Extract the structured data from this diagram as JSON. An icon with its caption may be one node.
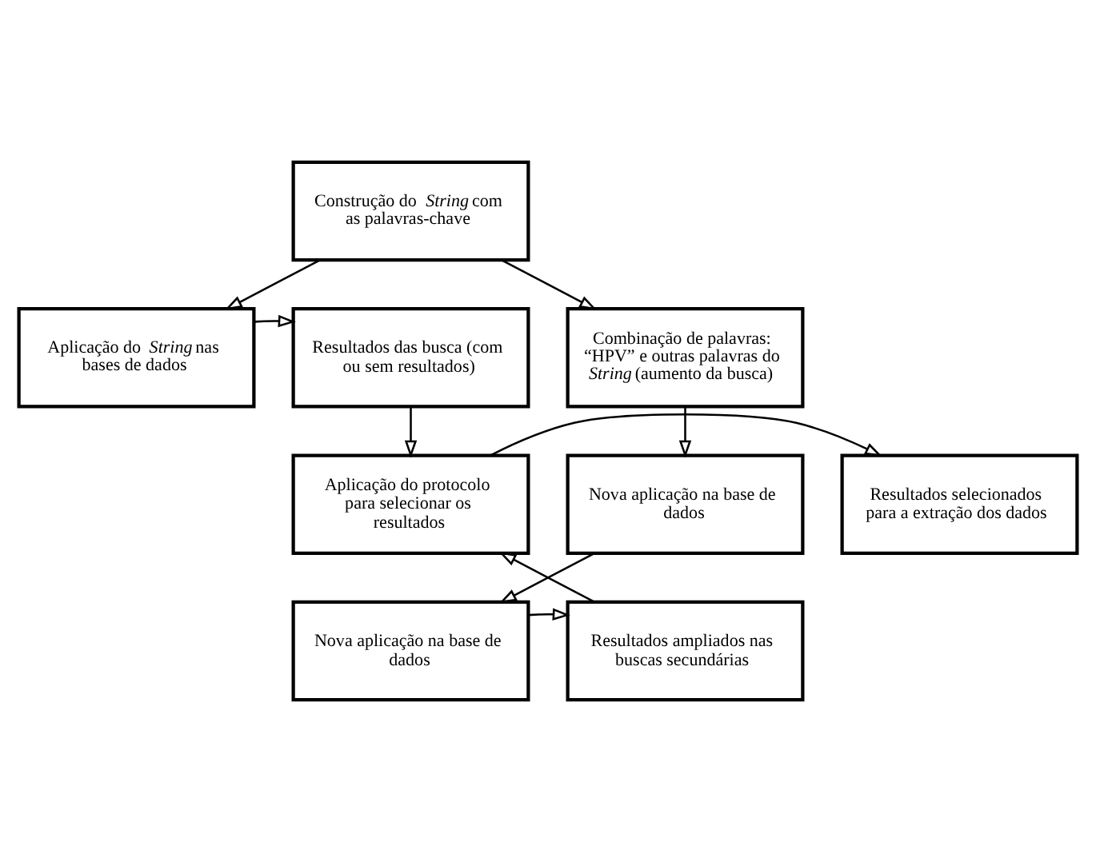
{
  "diagram": {
    "nodes": [
      {
        "text": [
          "Construção do *String* com as palavras-chave"
        ]
      },
      {
        "text": [
          "Aplicação do *String* nas bases de dados"
        ]
      },
      {
        "text": [
          "Resultados das busca (com ou sem resultados)"
        ]
      },
      {
        "text": [
          "Combinação de palavras: “HPV” e outras palavras do *String* (aumento da busca)"
        ]
      },
      {
        "text": [
          "Resultados selecionados para a extração dos dados"
        ]
      },
      {
        "text": [
          "Aplicação do protocolo para selecionar os resultados"
        ]
      },
      {
        "text": [
          "Nova aplicação na base de dados"
        ]
      },
      {
        "text": [
          "Resultados ampliados nas buscas secundárias"
        ]
      },
      {
        "text": [
          "Nova aplicação na base de dados"
        ]
      }
    ],
    "edges": [
      {
        "from": 0,
        "to": 1,
        "arrow": "to"
      },
      {
        "from": 0,
        "to": 3,
        "arrow": "to"
      },
      {
        "from": 1,
        "to": 2,
        "arrow": "to"
      },
      {
        "from": 2,
        "to": 5,
        "arrow": "to"
      },
      {
        "from": 3,
        "to": 6,
        "arrow": "to"
      },
      {
        "from": 5,
        "to": 4,
        "arrow": "to"
      },
      {
        "from": 6,
        "to": 8,
        "arrow": "to"
      },
      {
        "from": 7,
        "to": 5,
        "arrow": "to"
      },
      {
        "from": 8,
        "to": 7,
        "arrow": "to"
      }
    ]
  }
}
